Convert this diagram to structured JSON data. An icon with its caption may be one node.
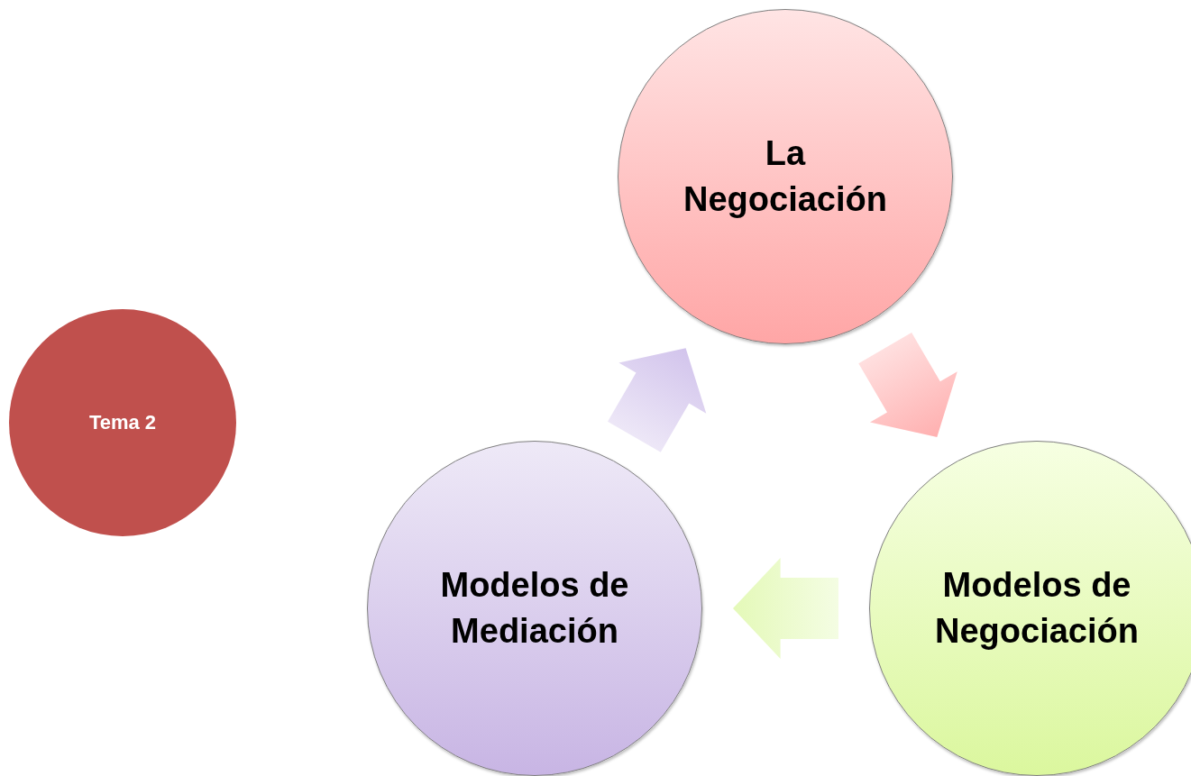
{
  "diagram": {
    "nodes": [
      {
        "text": [
          "Tema 2"
        ]
      },
      {
        "text": [
          "La Negociación"
        ]
      },
      {
        "text": [
          "Modelos de Negociación"
        ]
      },
      {
        "text": [
          "Modelos de Mediación"
        ]
      }
    ],
    "edges": [
      {
        "from": 1,
        "to": 2,
        "arrow": "to",
        "color": "#ffb0b0"
      },
      {
        "from": 2,
        "to": 3,
        "arrow": "to",
        "color": "#e4f9b8"
      },
      {
        "from": 3,
        "to": 1,
        "arrow": "to",
        "color": "#d2c4ec"
      }
    ]
  }
}
